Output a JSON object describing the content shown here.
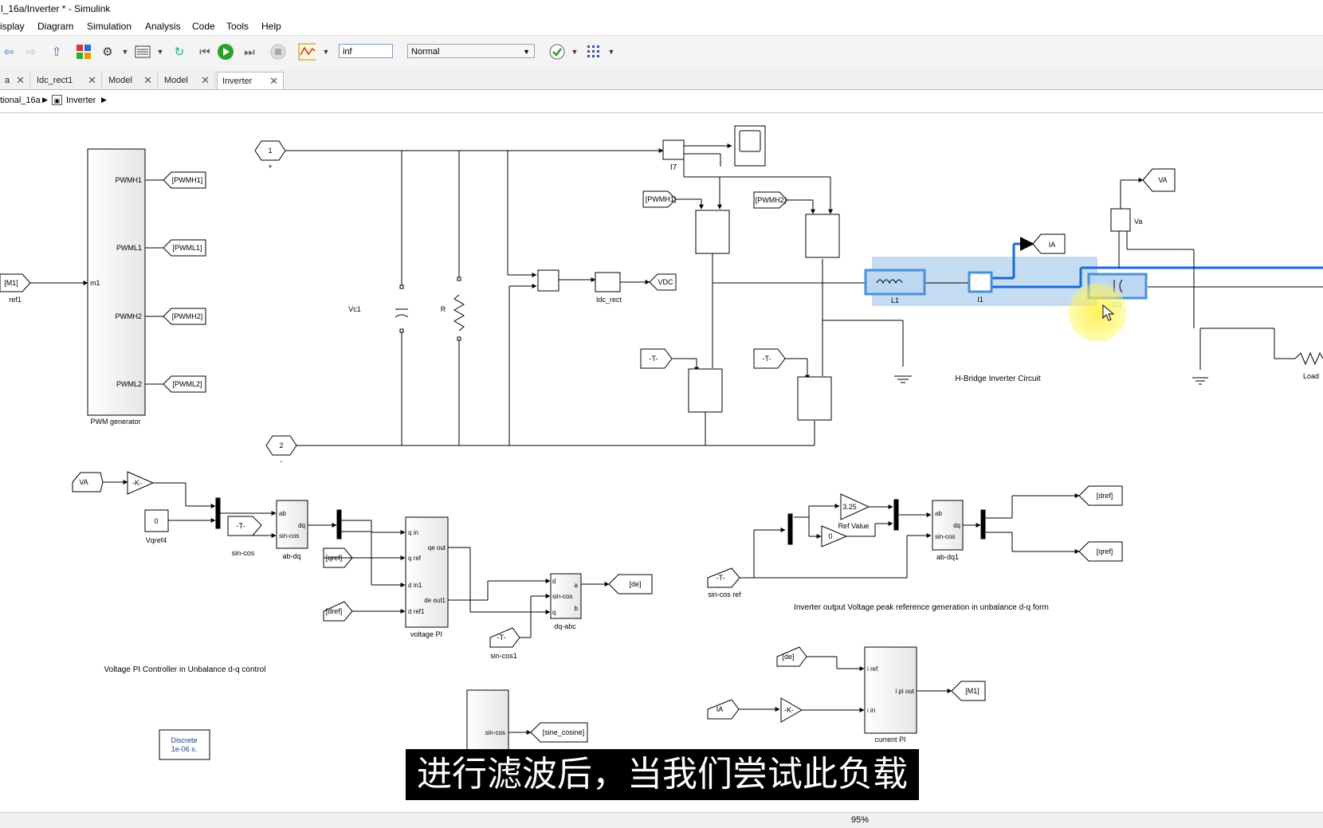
{
  "window": {
    "title": "l_16a/Inverter * - Simulink"
  },
  "menu": [
    "isplay",
    "Diagram",
    "Simulation",
    "Analysis",
    "Code",
    "Tools",
    "Help"
  ],
  "toolbar": {
    "stop_time": "inf",
    "sim_mode": "Normal"
  },
  "tabs": [
    "a",
    "Idc_rect1",
    "Model",
    "Model",
    "Inverter"
  ],
  "breadcrumb": {
    "root": "tional_16a",
    "current": "Inverter"
  },
  "status": {
    "zoom": "95%"
  },
  "subtitle": "进行滤波后，当我们尝试此负载",
  "diagram": {
    "annotations": {
      "hbridge": "H-Bridge Inverter Circuit",
      "voltage_pi": "Voltage PI Controller in Unbalance d-q control",
      "ref_gen": "Inverter output Voltage peak  reference generation in unbalance d-q form"
    },
    "labels": {
      "pwm_generator": "PWM generator",
      "pwmh1": "PWMH1",
      "pwml1": "PWML1",
      "pwmh2": "PWMH2",
      "pwml2": "PWML2",
      "m1_in": "m1",
      "goto_pwmh1": "[PWMH1]",
      "goto_pwml1": "[PWML1]",
      "goto_pwmh2": "[PWMH2]",
      "goto_pwml2": "[PWML2]",
      "from_m1": "[M1]",
      "ref1": "ref1",
      "port1": "1",
      "port2": "2",
      "plus": "+",
      "minus": "-",
      "vc1": "Vc1",
      "r": "R",
      "i7": "I7",
      "idc_rect": "Idc_rect",
      "vdc": "VDC",
      "from_pwmh1": "[PWMH1]",
      "from_pwmh2": "[PWMH2]",
      "from_t1": "-T-",
      "from_t2": "-T-",
      "l1": "L1",
      "i1": "I1",
      "c1": "C1",
      "ia": "IA",
      "va_goto": "VA",
      "va_meas": "Va",
      "load": "Load",
      "va_from": "VA",
      "gain_k": "-K-",
      "vqref4_val": "0",
      "vqref4": "Vqref4",
      "sin_cos_from": "-T-",
      "sin_cos": "sin-cos",
      "ab_dq": "ab-dq",
      "ab": "ab",
      "sincos_port": "sin-cos",
      "dq": "dq",
      "qref": "[qref]",
      "dref": "[dref]",
      "q_in": "q in",
      "q_ref": "q ref",
      "d_in1": "d in1",
      "d_ref1": "d ref1",
      "qe_out": "qe out",
      "de_out1": "de out1",
      "voltage_pi": "voltage PI",
      "d": "d",
      "q": "q",
      "a": "a",
      "b": "b",
      "dq_abc": "dq-abc",
      "sin_cos1_from": "-T-",
      "sin_cos1": "sin-cos1",
      "de_goto": "[de]",
      "val_325": "3.25",
      "val_0": "0",
      "ref_value": "Ref Value",
      "sin_cos_ref_from": "-T-",
      "sin_cos_ref": "sin-cos ref",
      "ab_dq1": "ab-dq1",
      "dref_goto": "[dref]",
      "qref_goto": "[qref]",
      "de_from": "[de]",
      "ia_from": "IA",
      "gain_k2": "-K-",
      "i_ref": "i ref",
      "i_in": "i in",
      "i_pi_out": "i pi out",
      "current_pi": "current PI",
      "m1_goto": "[M1]",
      "sin_cos_src": "sin-cos",
      "sine_cosine": "[sine_cosine]",
      "discrete1": "Discrete",
      "discrete2": "1e-06 s."
    }
  }
}
